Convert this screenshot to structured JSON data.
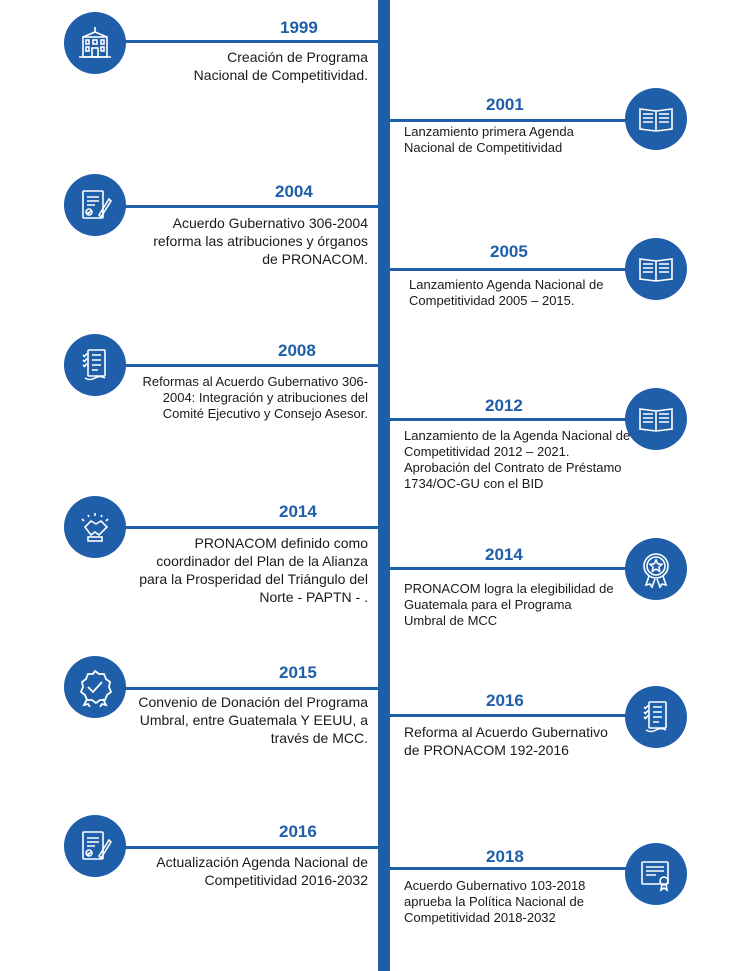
{
  "accent": "#1f5ea8",
  "left": [
    {
      "year": "1999",
      "icon": "building-icon",
      "text": "Creación de Programa Nacional de Competitividad."
    },
    {
      "year": "2004",
      "icon": "signed-document-icon",
      "text": "Acuerdo Gubernativo 306-2004 reforma las atribuciones y órganos de PRONACOM."
    },
    {
      "year": "2008",
      "icon": "checklist-icon",
      "text": "Reformas al Acuerdo Gubernativo 306-2004: Integración y atribuciones del Comité Ejecutivo y Consejo Asesor."
    },
    {
      "year": "2014",
      "icon": "handshake-icon",
      "text": "PRONACOM definido como coordinador del Plan de la Alianza para la Prosperidad del Triángulo del Norte - PAPTN - ."
    },
    {
      "year": "2015",
      "icon": "badge-check-icon",
      "text": "Convenio de Donación del Programa Umbral, entre Guatemala Y EEUU, a través de MCC."
    },
    {
      "year": "2016",
      "icon": "signed-document-icon",
      "text": "Actualización Agenda Nacional de Competitividad 2016-2032"
    }
  ],
  "right": [
    {
      "year": "2001",
      "icon": "open-book-icon",
      "text": "Lanzamiento primera Agenda Nacional de Competitividad"
    },
    {
      "year": "2005",
      "icon": "open-book-icon",
      "text": "Lanzamiento Agenda Nacional de Competitividad 2005 – 2015."
    },
    {
      "year": "2012",
      "icon": "open-book-icon",
      "text": "Lanzamiento de la Agenda Nacional de Competitividad 2012 – 2021. Aprobación del Contrato de Préstamo 1734/OC-GU con el BID"
    },
    {
      "year": "2014",
      "icon": "award-star-icon",
      "text": "PRONACOM logra la elegibilidad de Guatemala para el Programa Umbral de MCC"
    },
    {
      "year": "2016",
      "icon": "checklist-icon",
      "text": "Reforma al Acuerdo Gubernativo de PRONACOM 192-2016"
    },
    {
      "year": "2018",
      "icon": "certificate-icon",
      "text": "Acuerdo Gubernativo 103-2018 aprueba la Política Nacional de Competitividad 2018-2032"
    }
  ]
}
